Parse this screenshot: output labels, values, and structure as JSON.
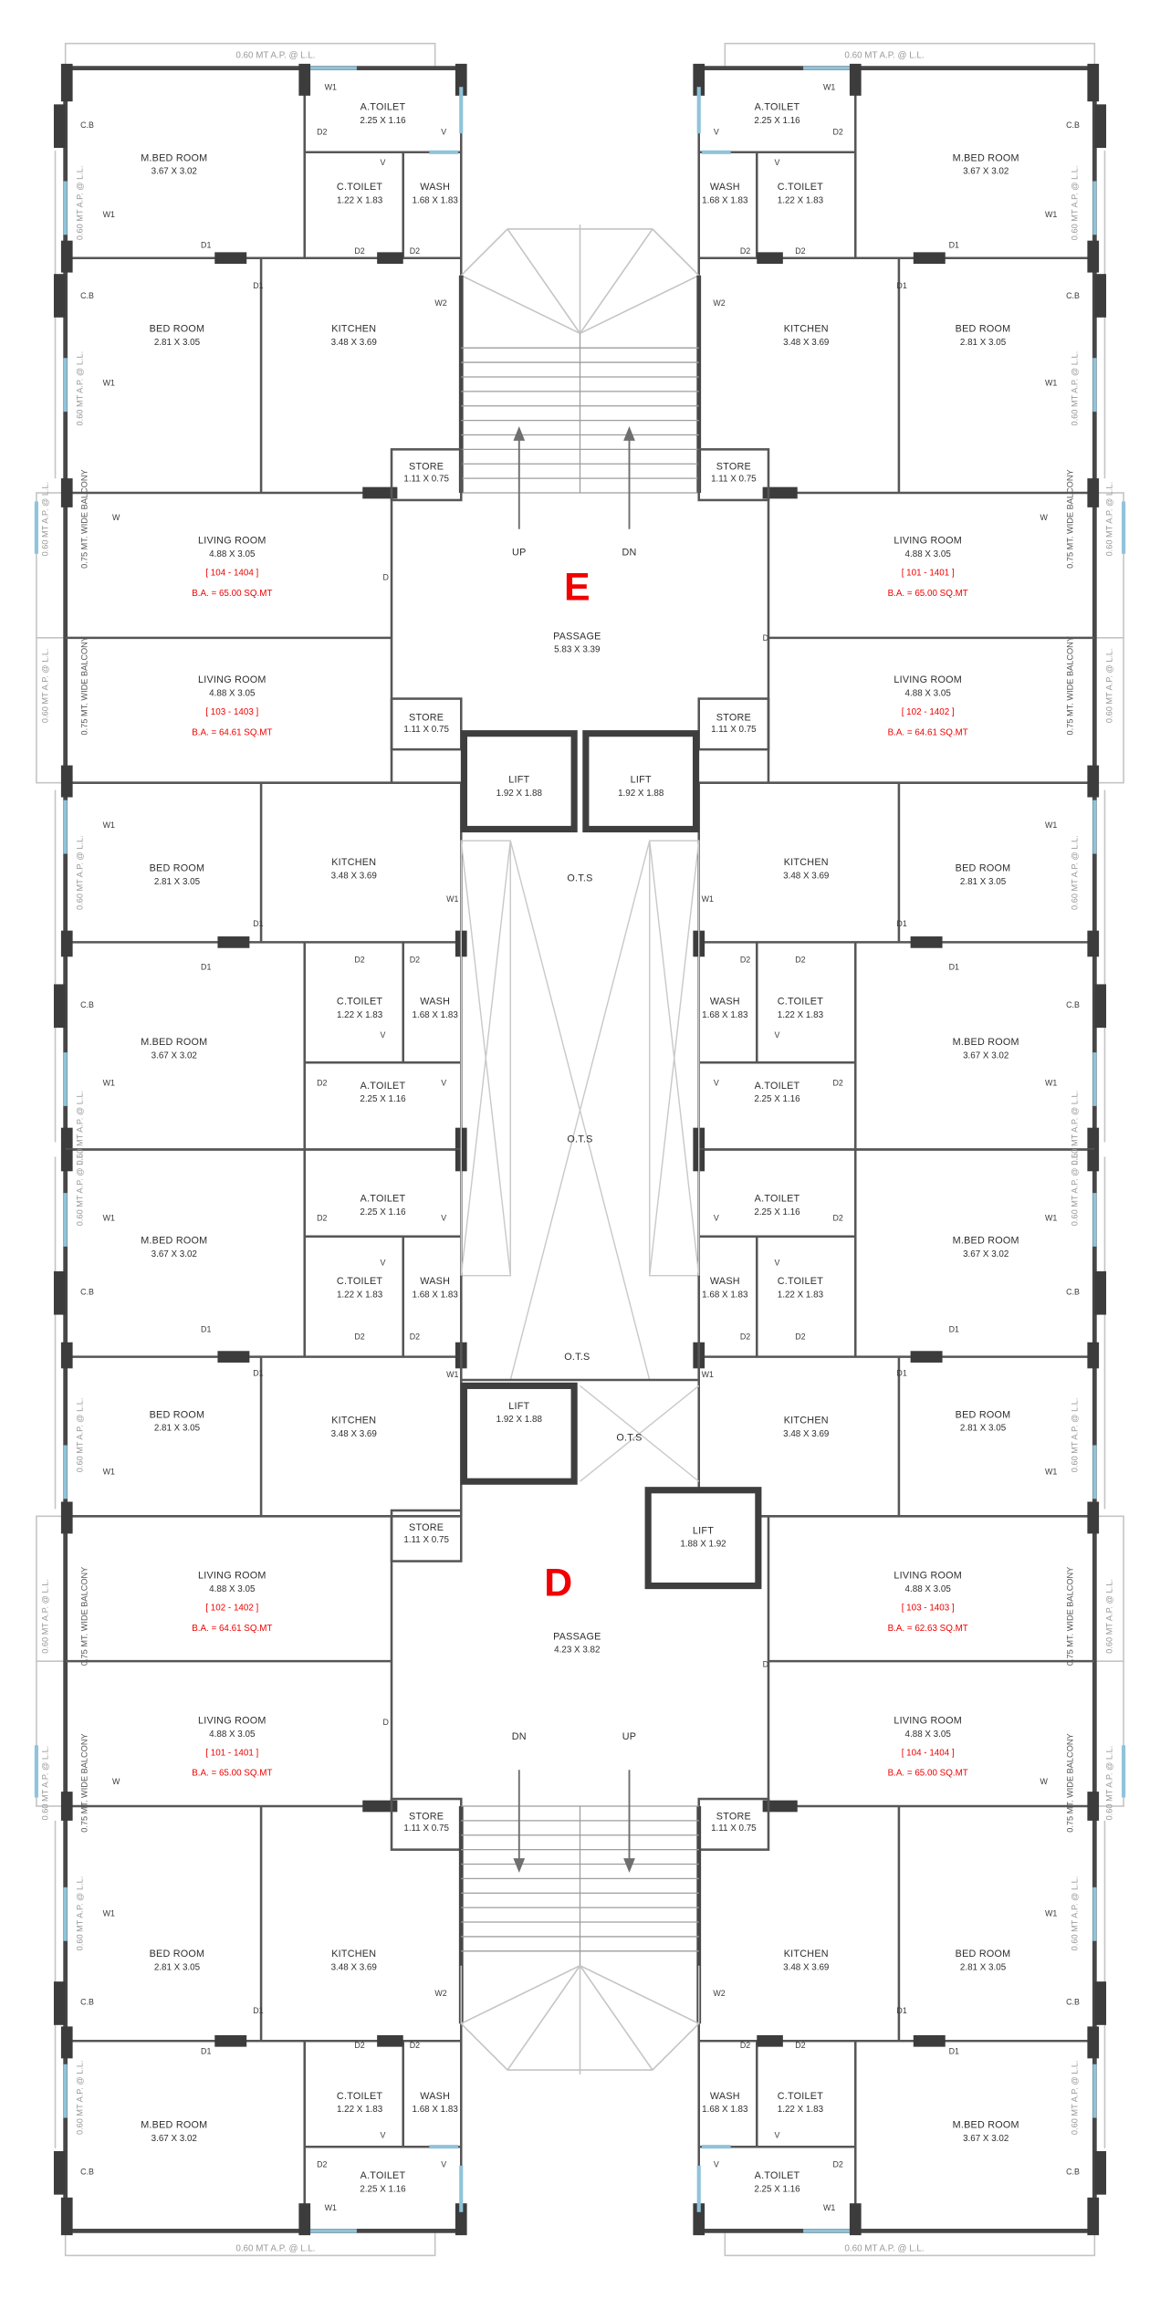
{
  "rooms": {
    "mbed": {
      "name": "M.BED ROOM",
      "dim": "3.67 X 3.02"
    },
    "bed": {
      "name": "BED ROOM",
      "dim": "2.81 X 3.05"
    },
    "kitchen": {
      "name": "KITCHEN",
      "dim": "3.48 X 3.69"
    },
    "living": {
      "name": "LIVING ROOM",
      "dim": "4.88 X 3.05"
    },
    "wash": {
      "name": "WASH",
      "dim": "1.68 X 1.83"
    },
    "ctoilet": {
      "name": "C.TOILET",
      "dim": "1.22 X 1.83"
    },
    "atoilet": {
      "name": "A.TOILET",
      "dim": "2.25 X 1.16"
    },
    "store": {
      "name": "STORE",
      "dim": "1.11 X 0.75"
    },
    "lift": {
      "name": "LIFT",
      "dim": "1.92 X 1.88"
    },
    "lift_alt": {
      "name": "LIFT",
      "dim": "1.88 X 1.92"
    },
    "ots": "O.T.S"
  },
  "wings": {
    "e": {
      "letter": "E",
      "passage": {
        "name": "PASSAGE",
        "dim": "5.83 X 3.39"
      },
      "up": "UP",
      "dn": "DN",
      "flats": {
        "tl": {
          "no": "[ 104 - 1404 ]",
          "area": "B.A. = 65.00 SQ.MT"
        },
        "tr": {
          "no": "[ 101 - 1401 ]",
          "area": "B.A. = 65.00 SQ.MT"
        },
        "bl": {
          "no": "[ 103 - 1403 ]",
          "area": "B.A. = 64.61 SQ.MT"
        },
        "br": {
          "no": "[ 102 - 1402 ]",
          "area": "B.A. = 64.61 SQ.MT"
        }
      }
    },
    "d": {
      "letter": "D",
      "passage": {
        "name": "PASSAGE",
        "dim": "4.23 X 3.82"
      },
      "up": "UP",
      "dn": "DN",
      "flats": {
        "tl": {
          "no": "[ 102 - 1402 ]",
          "area": "B.A. = 64.61 SQ.MT"
        },
        "tr": {
          "no": "[ 103 - 1403 ]",
          "area": "B.A. = 62.63 SQ.MT"
        },
        "bl": {
          "no": "[ 101 - 1401 ]",
          "area": "B.A. = 65.00 SQ.MT"
        },
        "br": {
          "no": "[ 104 - 1404 ]",
          "area": "B.A. = 65.00 SQ.MT"
        }
      }
    }
  },
  "annotations": {
    "ap": "0.60 MT A.P. @ L.L.",
    "balcony": "0.75 MT. WIDE BALCONY"
  },
  "markers": {
    "w": "W",
    "w1": "W1",
    "w2": "W2",
    "d": "D",
    "d1": "D1",
    "d2": "D2",
    "v": "V",
    "cb": "C.B"
  },
  "colors": {
    "red": "#f00000",
    "wall": "#474747",
    "window": "#8fc3da"
  }
}
